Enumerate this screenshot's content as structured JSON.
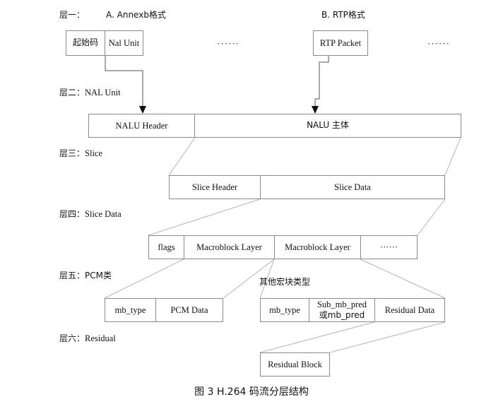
{
  "figure": {
    "caption": "图 3 H.264 码流分层结构"
  },
  "layer_labels": [
    {
      "name": "层一：",
      "detail": ""
    },
    {
      "name": "层二：",
      "detail": "NAL Unit"
    },
    {
      "name": "层三：",
      "detail": "Slice"
    },
    {
      "name": "层四：",
      "detail": "Slice Data"
    },
    {
      "name": "层五：",
      "detail": "PCM类"
    },
    {
      "name": "层六：",
      "detail": "Residual"
    }
  ],
  "headings": {
    "annexb": "A. Annexb格式",
    "rtp": "B. RTP格式"
  },
  "layer1": {
    "annexb_boxes": [
      {
        "text": "起始码"
      },
      {
        "text": "Nal Unit"
      }
    ],
    "annexb_ellipsis": "······",
    "rtp_boxes": [
      {
        "text": "RTP Packet"
      }
    ],
    "rtp_ellipsis": "······"
  },
  "layer2": {
    "boxes": [
      {
        "text": "NALU Header"
      },
      {
        "text": "NALU 主体"
      }
    ]
  },
  "layer3": {
    "boxes": [
      {
        "text": "Slice Header"
      },
      {
        "text": "Slice Data"
      }
    ]
  },
  "layer4": {
    "boxes": [
      {
        "text": "flags"
      },
      {
        "text": "Macroblock Layer"
      },
      {
        "text": "Macroblock Layer"
      },
      {
        "text": "······"
      }
    ]
  },
  "layer5": {
    "pcm_boxes": [
      {
        "text": "mb_type"
      },
      {
        "text": "PCM Data"
      }
    ],
    "other_note": "其他宏块类型",
    "other_boxes": [
      {
        "text": "mb_type"
      },
      {
        "line1": "Sub_mb_pred",
        "line2": "或mb_pred"
      },
      {
        "text": "Residual Data"
      }
    ]
  },
  "layer6": {
    "boxes": [
      {
        "text": "Residual Block"
      }
    ]
  },
  "colors": {
    "border": "#8a8a8a",
    "connector": "#aaaaaa",
    "arrow": "#333333",
    "text": "#111111",
    "background": "#ffffff"
  }
}
